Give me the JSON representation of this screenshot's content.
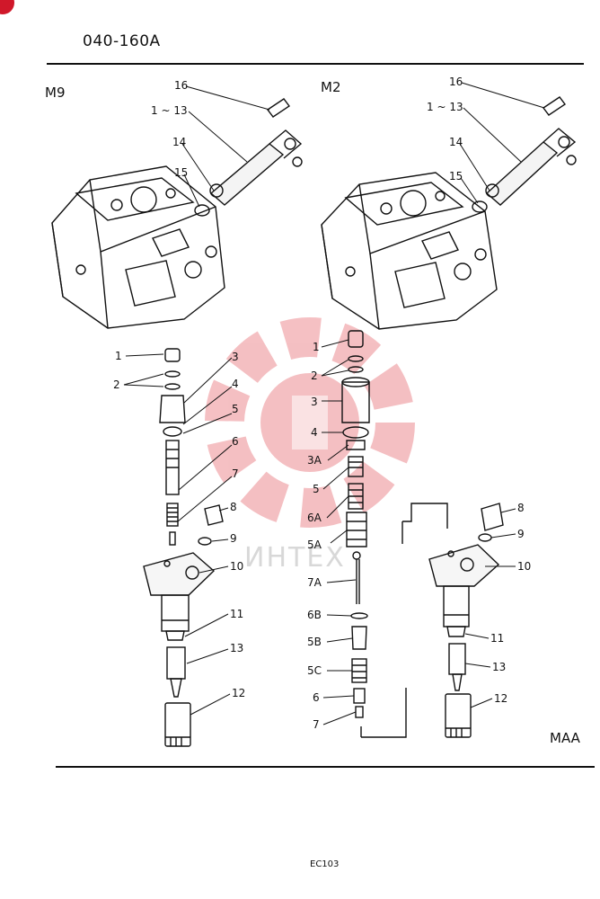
{
  "document": {
    "page_code": "040-160A",
    "footer_code": "EC103",
    "watermark_text": "ИНТЕХ"
  },
  "views": {
    "m9": {
      "label": "M9"
    },
    "m2": {
      "label": "M2"
    },
    "maa": {
      "label": "MAA"
    }
  },
  "callouts": {
    "m9_head": [
      "16",
      "1 ~ 13",
      "14",
      "15"
    ],
    "m2_head": [
      "16",
      "1 ~ 13",
      "14",
      "15"
    ],
    "m9_injector": [
      "1",
      "2",
      "3",
      "4",
      "5",
      "6",
      "7",
      "8",
      "9",
      "10",
      "11",
      "13",
      "12"
    ],
    "m2_injector": [
      "1",
      "2",
      "3",
      "4",
      "3A",
      "5",
      "6A",
      "5A",
      "7A",
      "6B",
      "5B",
      "5C",
      "6",
      "7"
    ],
    "maa_injector": [
      "8",
      "9",
      "10",
      "11",
      "13",
      "12"
    ]
  },
  "colors": {
    "ink": "#111111",
    "watermark": "#f3b5b8",
    "corner_mark": "#d0182a"
  }
}
